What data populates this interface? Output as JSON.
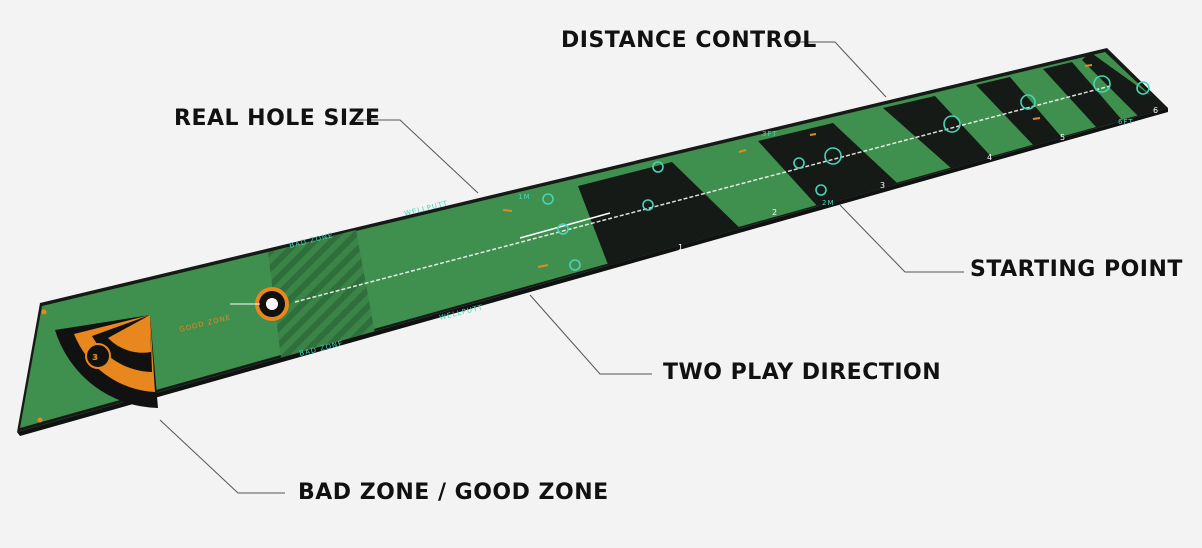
{
  "callouts": {
    "distance_control": "DISTANCE CONTROL",
    "real_hole_size": "REAL HOLE SIZE",
    "starting_point": "STARTING POINT",
    "two_play_direction": "TWO PLAY DIRECTION",
    "bad_good_zone": "BAD ZONE / GOOD ZONE"
  },
  "mat": {
    "brand": "WELLPUTT",
    "good_zone": "GOOD ZONE",
    "bad_zone": "BAD ZONE",
    "distance_1": "1M",
    "distance_2": "2M",
    "distance_3": "3FT",
    "distance_4": "6FT",
    "numbers": [
      "1",
      "2",
      "3",
      "4",
      "5",
      "6"
    ]
  },
  "colors": {
    "background": "#f3f3f3",
    "mat_green": "#3f8f4e",
    "mat_dark": "#151a17",
    "accent_orange": "#e8871e",
    "accent_teal": "#49d3b8",
    "leader_line": "#555555"
  }
}
